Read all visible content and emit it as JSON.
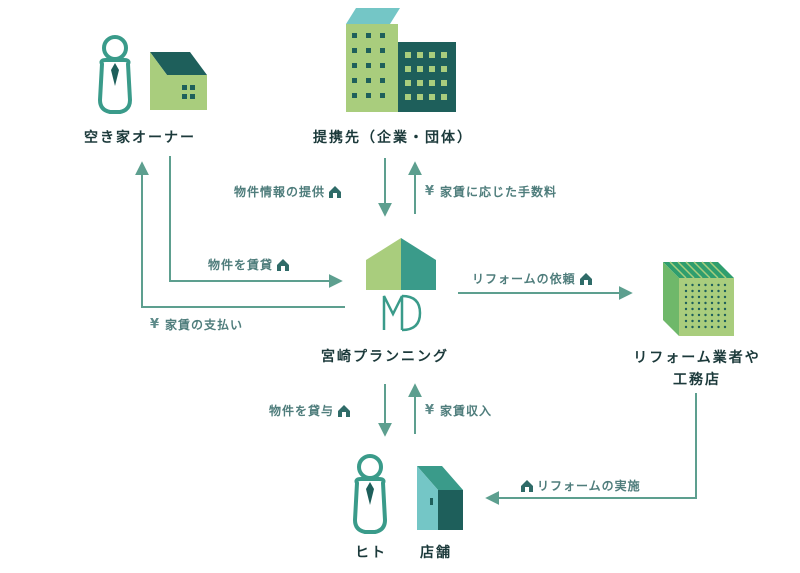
{
  "nodes": {
    "owner": {
      "label": "空き家オーナー"
    },
    "partner": {
      "label": "提携先（企業・団体）"
    },
    "center": {
      "label": "宮崎プランニング"
    },
    "reform": {
      "label_line1": "リフォーム業者や",
      "label_line2": "工務店"
    },
    "person": {
      "label": "ヒト"
    },
    "shop": {
      "label": "店舗"
    }
  },
  "flows": {
    "info_provide": {
      "label": "物件情報の提供",
      "icon": "house-icon"
    },
    "rent_income": {
      "label": "家賃に応じた手数料",
      "icon": "yen-icon",
      "symbol": "¥"
    },
    "lease_property": {
      "label": "物件を賃貸",
      "icon": "house-icon"
    },
    "rent_payment": {
      "label": "家賃の支払い",
      "icon": "yen-icon",
      "symbol": "¥"
    },
    "reform_request": {
      "label": "リフォームの依頼",
      "icon": "house-icon"
    },
    "lend_property": {
      "label": "物件を貸与",
      "icon": "house-icon"
    },
    "rent_receipt": {
      "label": "家賃収入",
      "icon": "yen-icon",
      "symbol": "¥"
    },
    "reform_execute": {
      "label": "リフォームの実施",
      "icon": "house-icon"
    }
  },
  "colors": {
    "dark_teal": "#1e5f5b",
    "teal": "#3a9b8a",
    "light_green": "#a9cd7d",
    "light_cyan": "#74c6c6",
    "arrow": "#5d9f8f",
    "text_dark": "#1c3a3b",
    "text_flow": "#4f7d7c"
  }
}
